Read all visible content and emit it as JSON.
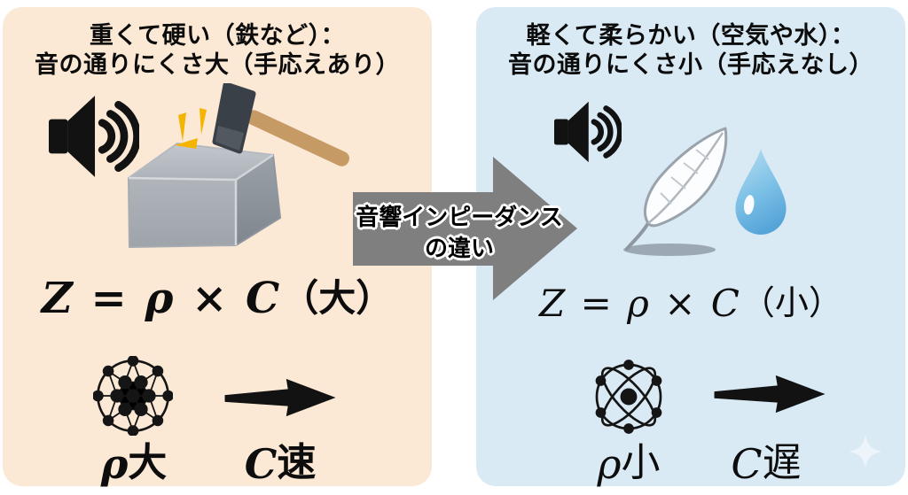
{
  "left_panel": {
    "title_line1": "重くて硬い（鉄など）：",
    "title_line2": "音の通りにくさ大（手応えあり）",
    "formula": {
      "math": "Z = ρ × C",
      "qualifier": "（大）"
    },
    "density": {
      "symbol": "ρ",
      "qualifier": "大"
    },
    "speed": {
      "symbol": "C",
      "qualifier": "速"
    }
  },
  "right_panel": {
    "title_line1": "軽くて柔らかい（空気や水）：",
    "title_line2": "音の通りにくさ小（手応えなし）",
    "formula": {
      "math": "Z = ρ × C",
      "qualifier": "（小）"
    },
    "density": {
      "symbol": "ρ",
      "qualifier": "小"
    },
    "speed": {
      "symbol": "C",
      "qualifier": "遅"
    }
  },
  "center_arrow": {
    "line1": "音響インピーダンス",
    "line2": "の違い"
  },
  "icons": {
    "left_sound": "speaker-icon",
    "right_sound": "speaker-icon",
    "left_illustration": "hammer-striking-metal-block",
    "right_illustration": "feather-and-water-drop",
    "left_matter": "dense-molecule-icon",
    "right_matter": "atom-orbit-icon",
    "speed": "right-arrow-icon",
    "transition": "big-right-arrow-icon",
    "decoration": "sparkle-icon"
  },
  "colors": {
    "left_panel_bg": "#fbe8d5",
    "right_panel_bg": "#d9eaf5",
    "center_arrow_gray": "#7f7f7f",
    "ink_black": "#121212",
    "hammer_head": "#3a4047",
    "hammer_head_tip": "#51585f",
    "hammer_handle": "#c59a64",
    "spark_yellow": "#f4b400",
    "cube_top": "#bcc1c7",
    "cube_front": "#a6abb1",
    "cube_side": "#8f959c",
    "cube_edge_highlight": "#dadde1",
    "feather_fill": "#fcfdfe",
    "feather_outline": "#9aa2ab",
    "shadow_gray": "#8c98a4",
    "drop_blue_light": "#b5ddf1",
    "drop_blue_dark": "#55a4d8",
    "sparkle_white": "#ffffff"
  }
}
